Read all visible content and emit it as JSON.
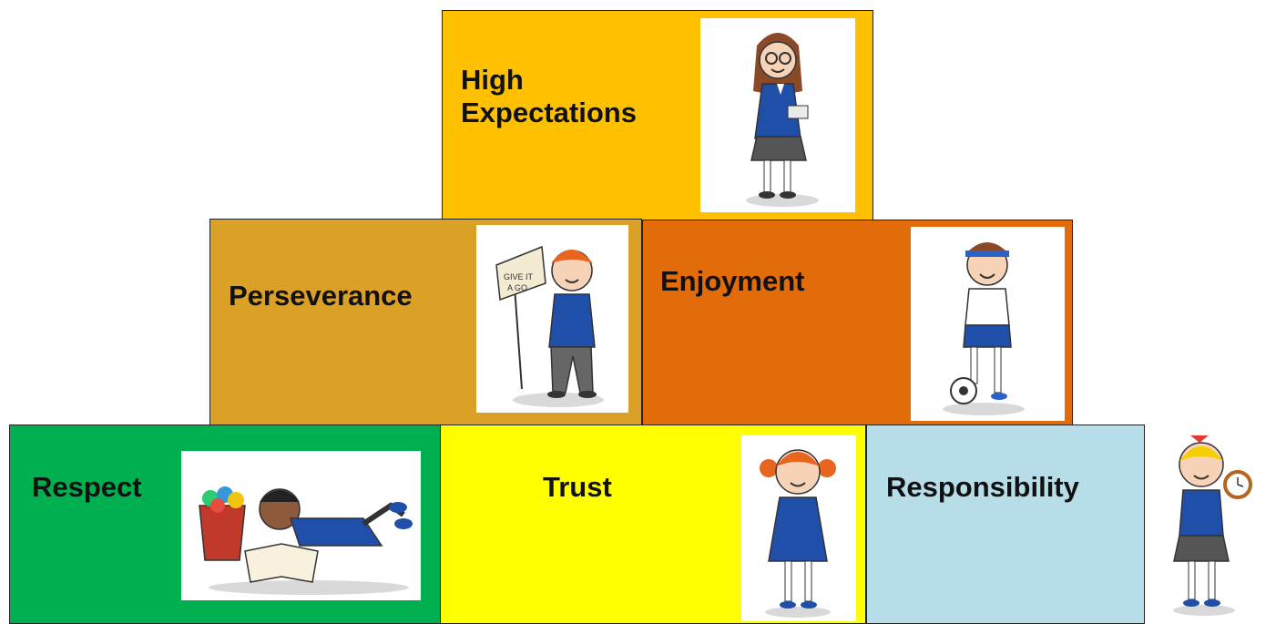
{
  "blocks": [
    {
      "id": "high-expectations",
      "label": "High Expectations",
      "color": "#FFC000",
      "icon": "girl-with-glasses-holding-books-icon"
    },
    {
      "id": "perseverance",
      "label": "Perseverance",
      "color": "#DBA026",
      "icon": "boy-holding-give-it-a-go-flag-icon"
    },
    {
      "id": "enjoyment",
      "label": "Enjoyment",
      "color": "#E26B0A",
      "icon": "boy-playing-football-icon"
    },
    {
      "id": "respect",
      "label": "Respect",
      "color": "#00B050",
      "icon": "boy-lying-reading-book-icon"
    },
    {
      "id": "trust",
      "label": "Trust",
      "color": "#FFFF00",
      "icon": "girl-with-pigtails-icon"
    },
    {
      "id": "responsibility",
      "label": "Responsibility",
      "color": "#B7DDE8",
      "icon": "girl-holding-clock-icon"
    }
  ]
}
